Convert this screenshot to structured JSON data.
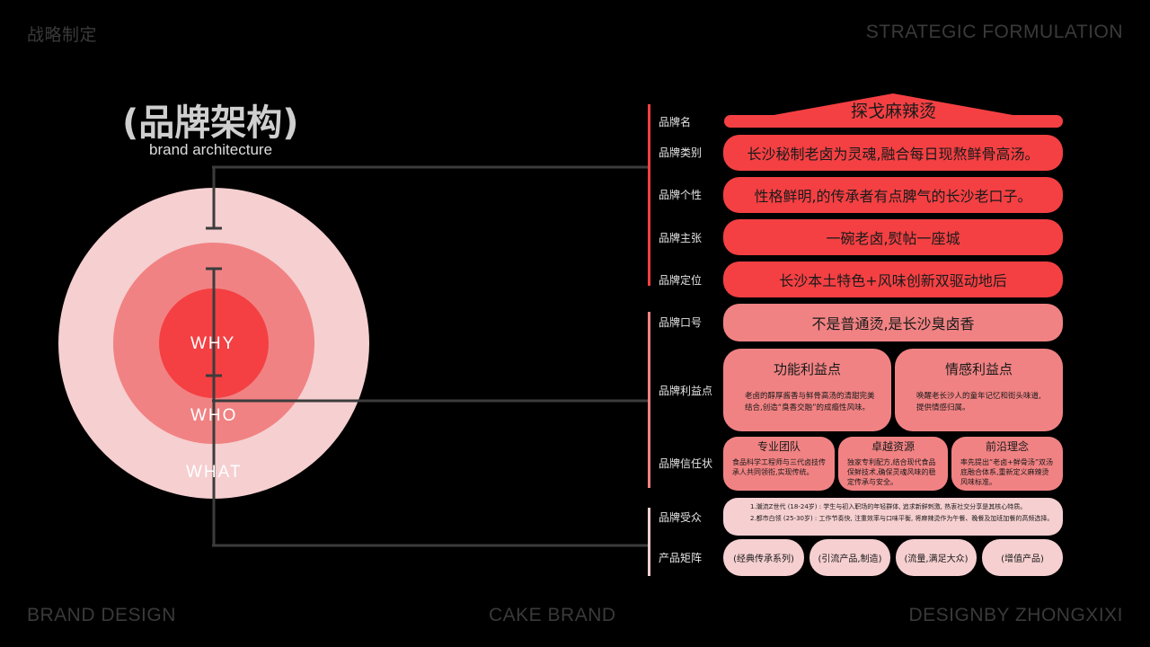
{
  "corners": {
    "top_left": "战略制定",
    "top_right": "STRATEGIC FORMULATION",
    "bottom_left": "BRAND DESIGN",
    "bottom_center": "CAKE BRAND",
    "bottom_right": "DESIGNBY ZHONGXIXI"
  },
  "title": {
    "cn": "(品牌架构)",
    "en": "brand architecture"
  },
  "rings": {
    "why": "WHY",
    "who": "WHO",
    "what": "WHAT"
  },
  "colors": {
    "red": "#f44043",
    "mid": "#f18283",
    "pale": "#f6cfd0",
    "background": "#000000"
  },
  "labels": {
    "name": "品牌名",
    "category": "品牌类别",
    "personality": "品牌个性",
    "proposition": "品牌主张",
    "positioning": "品牌定位",
    "slogan": "品牌口号",
    "benefits": "品牌利益点",
    "trust": "品牌信任状",
    "audience": "品牌受众",
    "products": "产品矩阵"
  },
  "brand_name": "探戈麻辣烫",
  "category": "长沙秘制老卤为灵魂,融合每日现熬鲜骨高汤。",
  "personality": "性格鲜明,的传承者有点脾气的长沙老口子。",
  "proposition": "一碗老卤,熨帖一座城",
  "positioning": "长沙本土特色+风味创新双驱动地后",
  "slogan": "不是普通烫,是长沙臭卤香",
  "benefits": {
    "functional": {
      "title": "功能利益点",
      "text": "老卤的醇厚酱香与鲜骨高汤的清甜完美结合,创造“臭香交融”的成瘾性风味。"
    },
    "emotional": {
      "title": "情感利益点",
      "text": "唤醒老长沙人的童年记忆和街头味道,提供情感归属。"
    }
  },
  "trust": [
    {
      "title": "专业团队",
      "text": "食品科学工程师与三代卤技传承人共同领衔,实现传统。"
    },
    {
      "title": "卓越资源",
      "text": "独家专利配方,结合现代食品保鲜技术,确保灵魂风味的稳定传承与安全。"
    },
    {
      "title": "前沿理念",
      "text": "率先提出“老卤+鲜骨汤”双汤底融合体系,重新定义麻辣烫风味标准。"
    }
  ],
  "audience": [
    "1.潮流Z世代 (18-24岁) : 学生与初入职场的年轻群体, 追求新鲜刺激, 热衷社交分享是其核心特质。",
    "2.都市白领 (25-30岁) : 工作节奏快, 注重效率与口味平衡, 将麻辣烫作为午餐、晚餐及加班加餐的高频选择。"
  ],
  "products": [
    "(经典传承系列)",
    "(引流产品,制造)",
    "(流量,满足大众)",
    "(增值产品)"
  ]
}
